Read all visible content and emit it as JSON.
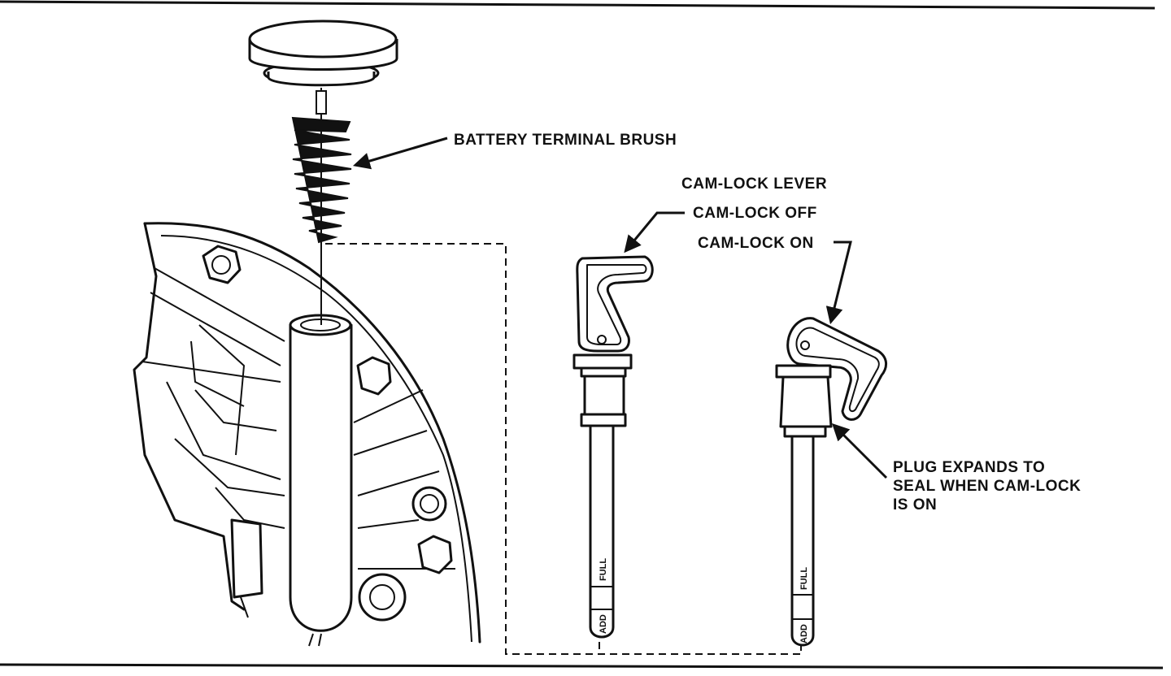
{
  "labels": {
    "battery_terminal_brush": "BATTERY TERMINAL BRUSH",
    "cam_lock_lever": "CAM-LOCK LEVER",
    "cam_lock_off": "CAM-LOCK OFF",
    "cam_lock_on": "CAM-LOCK ON",
    "plug_line1": "PLUG EXPANDS TO",
    "plug_line2": "SEAL WHEN CAM-LOCK",
    "plug_line3": "IS ON"
  },
  "dipstick_left": {
    "full": "FULL",
    "add": "ADD"
  },
  "dipstick_right": {
    "full": "FULL",
    "add": "ADD"
  }
}
